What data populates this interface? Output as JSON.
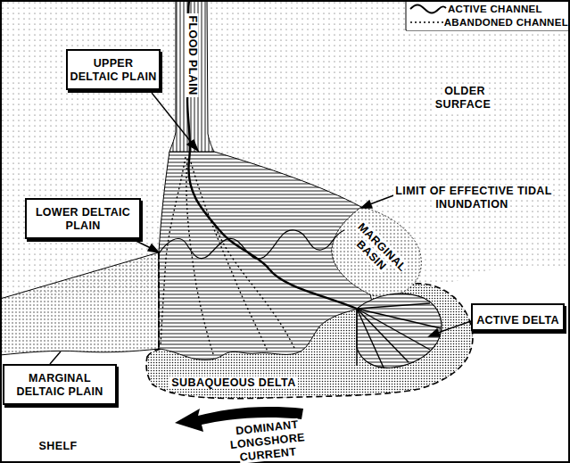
{
  "diagram": {
    "nodes": [
      {
        "text": [
          "UPPER DELTAIC PLAIN"
        ]
      },
      {
        "text": [
          "LOWER DELTAIC PLAIN"
        ]
      },
      {
        "text": [
          "MARGINAL DELTAIC PLAIN"
        ]
      },
      {
        "text": [
          "ACTIVE DELTA"
        ]
      }
    ],
    "labels": [
      "FLOOD PLAIN",
      "OLDER SURFACE",
      "LIMIT OF EFFECTIVE TIDAL INUNDATION",
      "MARGINAL BASIN",
      "SUBAQUEOUS DELTA",
      "DOMINANT LONGSHORE CURRENT",
      "SHELF"
    ],
    "legend": [
      {
        "text": "ACTIVE CHANNEL"
      },
      {
        "text": "ABANDONED CHANNEL"
      }
    ]
  }
}
